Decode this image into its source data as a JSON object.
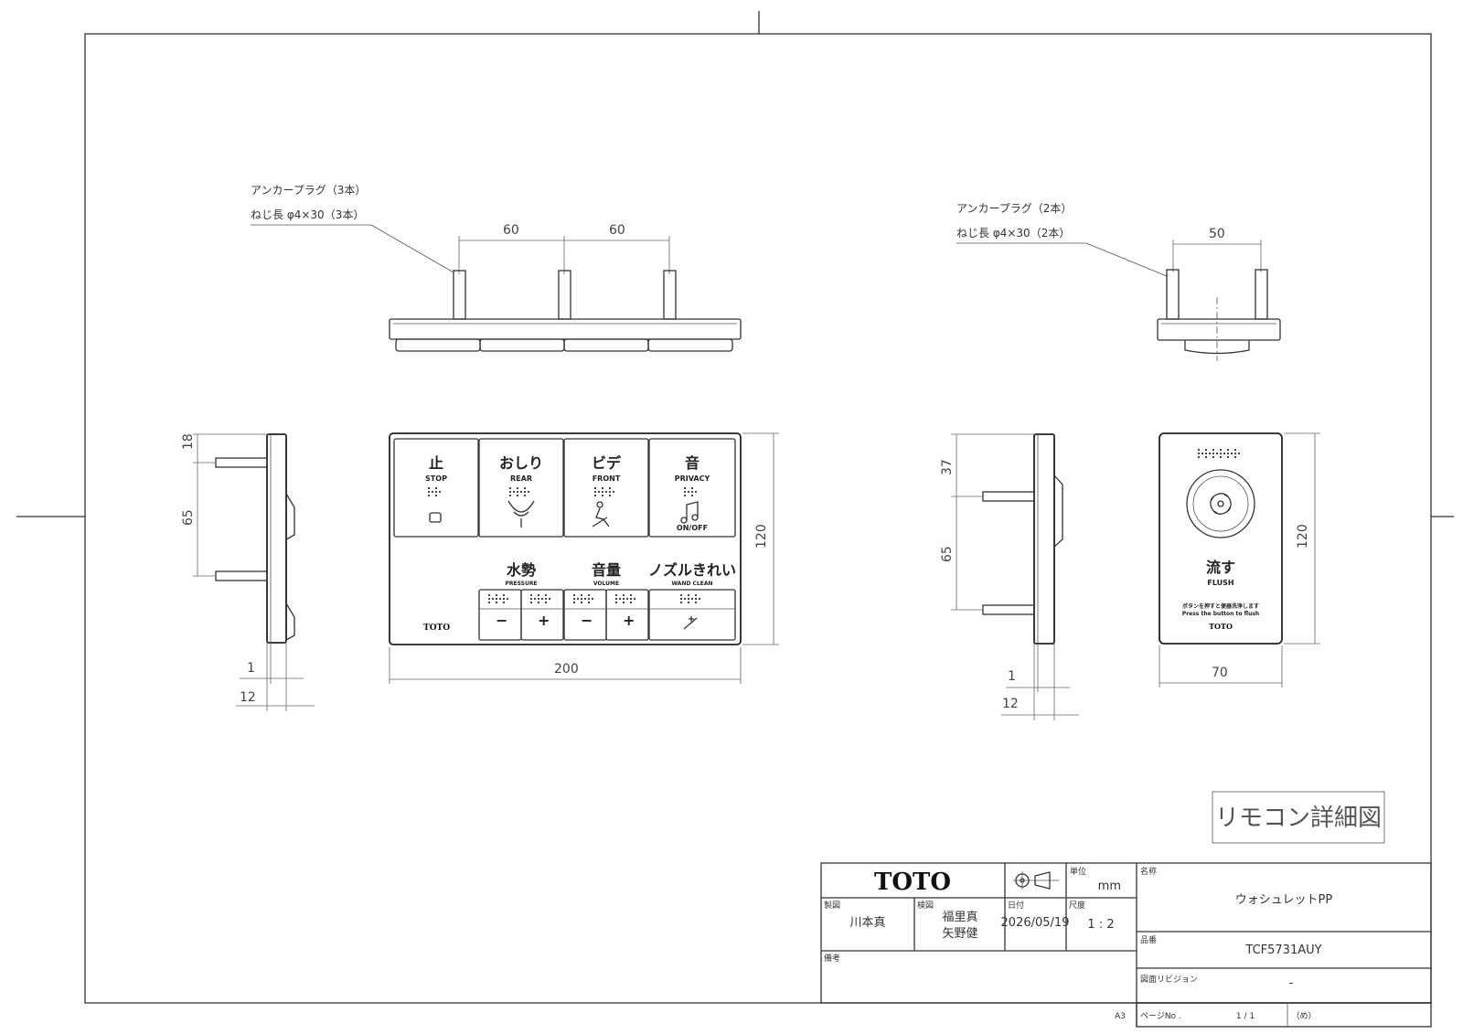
{
  "top_view_left": {
    "anchor_label": "アンカープラグ（3本）",
    "screw_label": "ねじ長 φ4×30（3本）",
    "dim_left": "60",
    "dim_right": "60"
  },
  "top_view_right": {
    "anchor_label": "アンカープラグ（2本）",
    "screw_label": "ねじ長 φ4×30（2本）",
    "dim": "50"
  },
  "side_view_left": {
    "dim_top": "18",
    "dim_mid": "65",
    "dim_thin": "1",
    "dim_depth": "12"
  },
  "front_view_main": {
    "width": "200",
    "height": "120",
    "buttons_top": [
      {
        "jp": "止",
        "en": "STOP"
      },
      {
        "jp": "おしり",
        "en": "REAR"
      },
      {
        "jp": "ビデ",
        "en": "FRONT"
      },
      {
        "jp": "音",
        "en": "PRIVACY",
        "sub": "ON/OFF"
      }
    ],
    "groups": [
      {
        "jp": "水勢",
        "en": "PRESSURE"
      },
      {
        "jp": "音量",
        "en": "VOLUME"
      },
      {
        "jp": "ノズルきれい",
        "en": "WAND CLEAN"
      }
    ],
    "minus": "−",
    "plus": "+",
    "logo": "TOTO"
  },
  "side_view_right": {
    "dim_top": "37",
    "dim_mid": "65",
    "dim_thin": "1",
    "dim_depth": "12"
  },
  "front_view_flush": {
    "jp": "流す",
    "en": "FLUSH",
    "instr_jp": "ボタンを押すと便器洗浄します",
    "instr_en": "Press the button to flush",
    "logo": "TOTO",
    "width": "70",
    "height": "120"
  },
  "drawing_title": "リモコン詳細図",
  "title_block": {
    "logo": "TOTO",
    "unit_label": "単位",
    "unit": "mm",
    "name_label": "名称",
    "name": "ウォシュレットPP",
    "drafter_label": "製図",
    "drafter": "川本真",
    "checker_label": "検図",
    "checker1": "福里真",
    "checker2": "矢野健",
    "date_label": "日付",
    "date": "2026/05/19",
    "scale_label": "尺度",
    "scale": "1 : 2",
    "model_label": "品番",
    "model": "TCF5731AUY",
    "remarks_label": "備考",
    "revision_label": "図面リビジョン",
    "revision": "-",
    "page_label": "ページNo .",
    "page": "1 / 1",
    "page_suffix": "（め）",
    "paper": "A3"
  },
  "colors": {
    "line": "#333333",
    "background": "#ffffff"
  }
}
